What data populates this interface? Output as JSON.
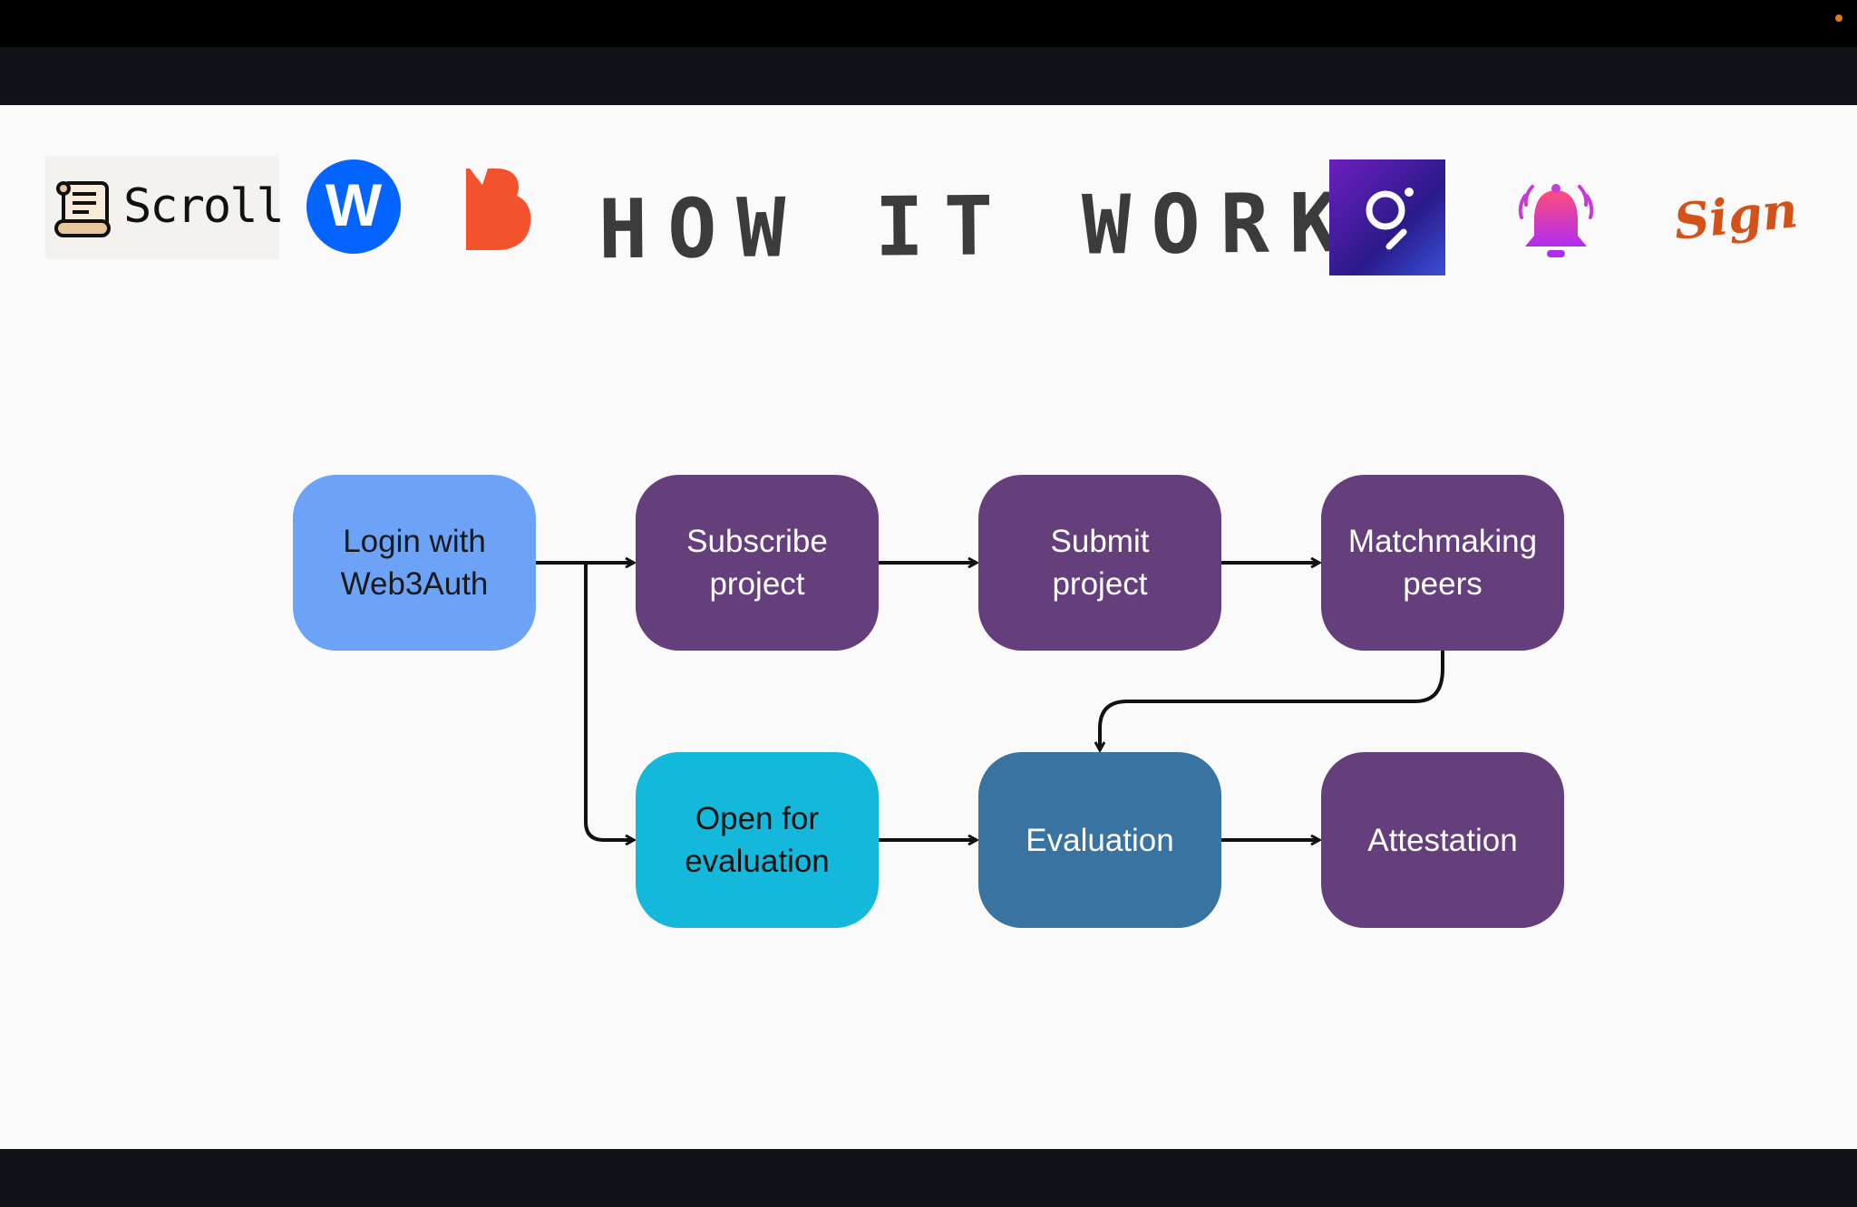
{
  "title": "HOW IT WORKS",
  "logos": {
    "scroll": "Scroll",
    "web3auth": "W",
    "sign": "Sign"
  },
  "nodes": {
    "login": "Login with\nWeb3Auth",
    "subscribe": "Subscribe\nproject",
    "submit": "Submit\nproject",
    "matchmaking": "Matchmaking\npeers",
    "open": "Open for\nevaluation",
    "evaluation": "Evaluation",
    "attestation": "Attestation"
  },
  "colors": {
    "login": "#6ca3f7",
    "purple": "#653f7b",
    "open": "#14b8da",
    "evaluation": "#3973a2",
    "sign": "#d2521a",
    "web3auth": "#0364ff",
    "brand_b": "#f2532c"
  }
}
